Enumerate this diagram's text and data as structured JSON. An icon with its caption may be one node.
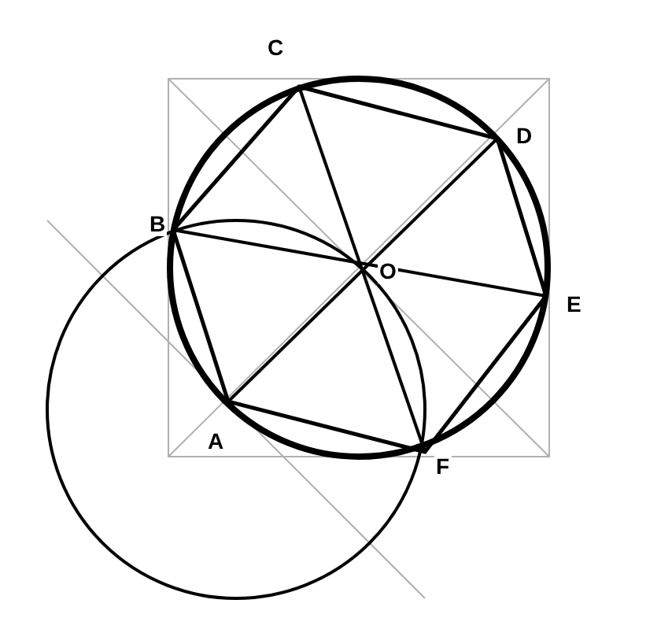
{
  "diagram": {
    "labels": [
      "C",
      "D",
      "B",
      "O",
      "E",
      "A",
      "F"
    ]
  }
}
